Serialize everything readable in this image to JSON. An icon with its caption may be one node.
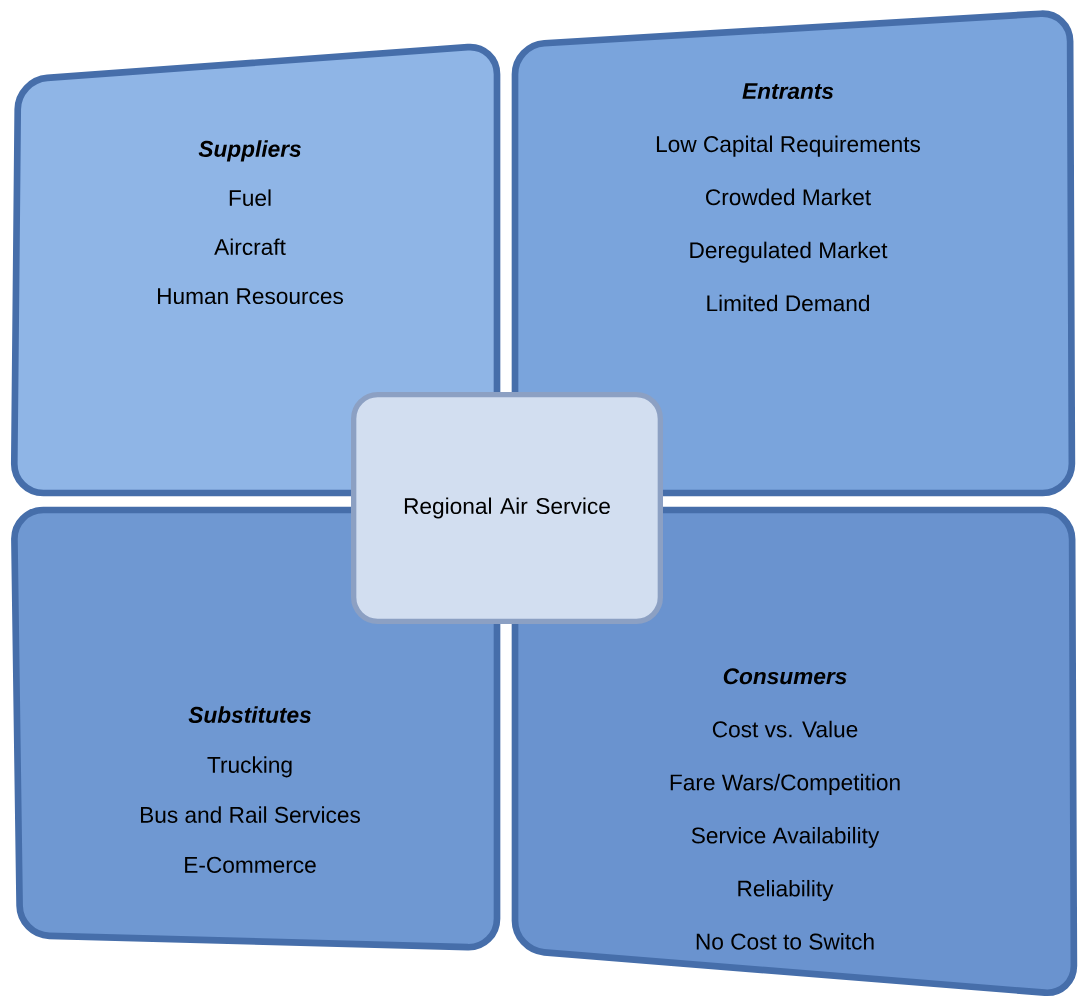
{
  "diagram": {
    "nodes": [
      {
        "text": [
          "Suppliers",
          "Fuel",
          "Aircraft",
          "Human Resources"
        ]
      },
      {
        "text": [
          "Entrants",
          "Low Capital Requirements",
          "Crowded Market",
          "Deregulated Market",
          "Limited Demand"
        ]
      },
      {
        "text": [
          "Substitutes",
          "Trucking",
          "Bus and Rail Services",
          "E-Commerce"
        ]
      },
      {
        "text": [
          "Consumers",
          "Cost vs. Value",
          "Fare Wars/Competition",
          "Service Availability",
          "Reliability",
          "No Cost to Switch"
        ]
      },
      {
        "text": [
          "Regional Air Service"
        ]
      }
    ]
  }
}
